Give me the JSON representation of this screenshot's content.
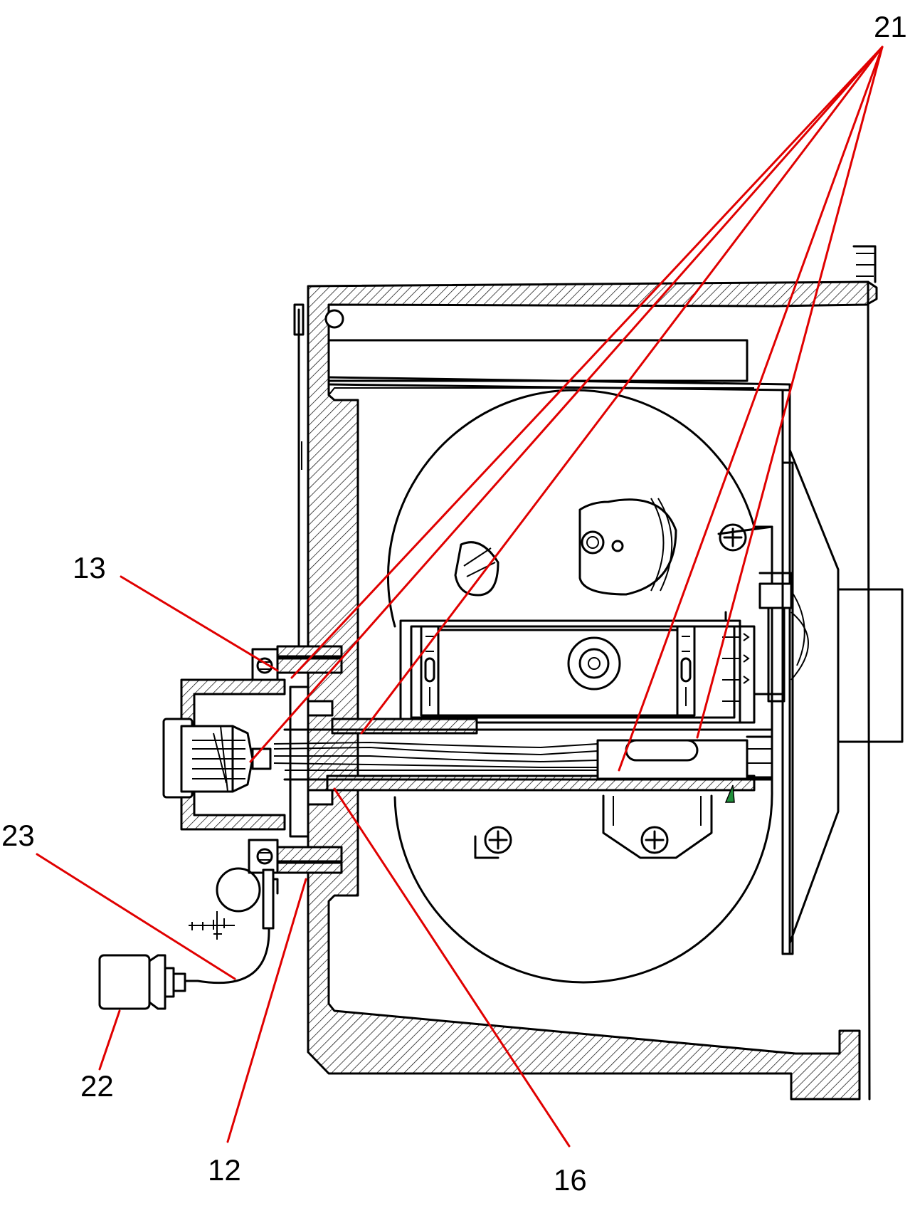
{
  "diagram": {
    "labels": {
      "l21": "21",
      "l13": "13",
      "l23": "23",
      "l22": "22",
      "l12": "12",
      "l16": "16"
    },
    "colors": {
      "leader": "#e00000",
      "line": "#000000",
      "accent": "#1f8f3a",
      "background": "#ffffff"
    }
  }
}
